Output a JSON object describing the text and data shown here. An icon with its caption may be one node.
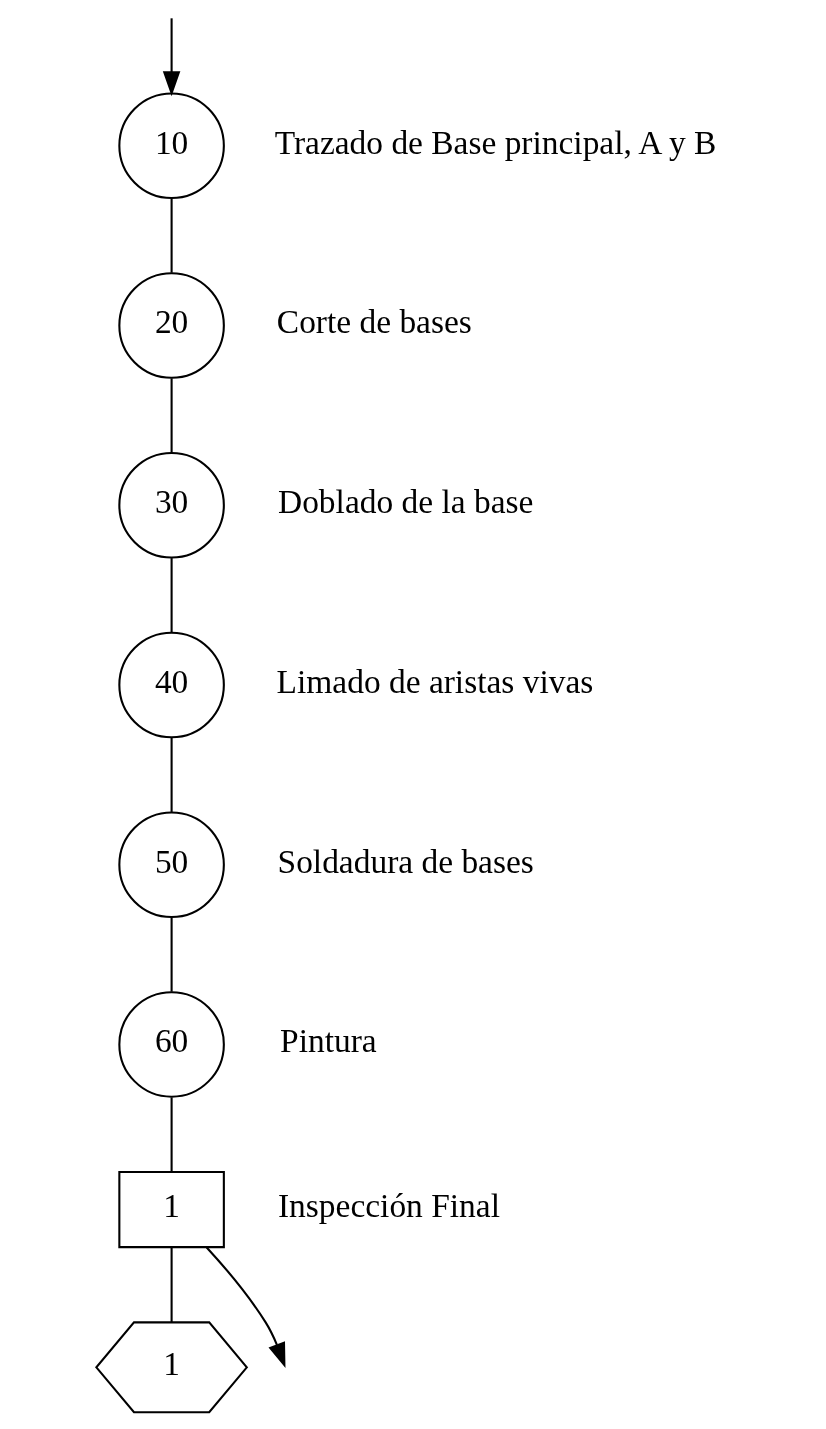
{
  "diagram": {
    "nodes": [
      {
        "text": [
          "10"
        ],
        "beside": [
          "Trazado de Base principal, A y B"
        ]
      },
      {
        "text": [
          "20"
        ],
        "beside": [
          "Corte de bases"
        ]
      },
      {
        "text": [
          "30"
        ],
        "beside": [
          "Doblado de la base"
        ]
      },
      {
        "text": [
          "40"
        ],
        "beside": [
          "Limado de aristas vivas"
        ]
      },
      {
        "text": [
          "50"
        ],
        "beside": [
          "Soldadura de bases"
        ]
      },
      {
        "text": [
          "60"
        ],
        "beside": [
          "Pintura"
        ]
      },
      {
        "text": [
          "1"
        ],
        "beside": [
          "Inspección Final"
        ]
      },
      {
        "text": [
          "1"
        ]
      }
    ],
    "edges": [
      {
        "from": null,
        "to": 0,
        "arrow": "to"
      },
      {
        "from": 0,
        "to": 1,
        "arrow": "none"
      },
      {
        "from": 1,
        "to": 2,
        "arrow": "none"
      },
      {
        "from": 2,
        "to": 3,
        "arrow": "none"
      },
      {
        "from": 3,
        "to": 4,
        "arrow": "none"
      },
      {
        "from": 4,
        "to": 5,
        "arrow": "none"
      },
      {
        "from": 5,
        "to": 6,
        "arrow": "none"
      },
      {
        "from": 6,
        "to": 7,
        "arrow": "none"
      },
      {
        "from": 6,
        "to": null,
        "arrow": "to"
      }
    ]
  }
}
